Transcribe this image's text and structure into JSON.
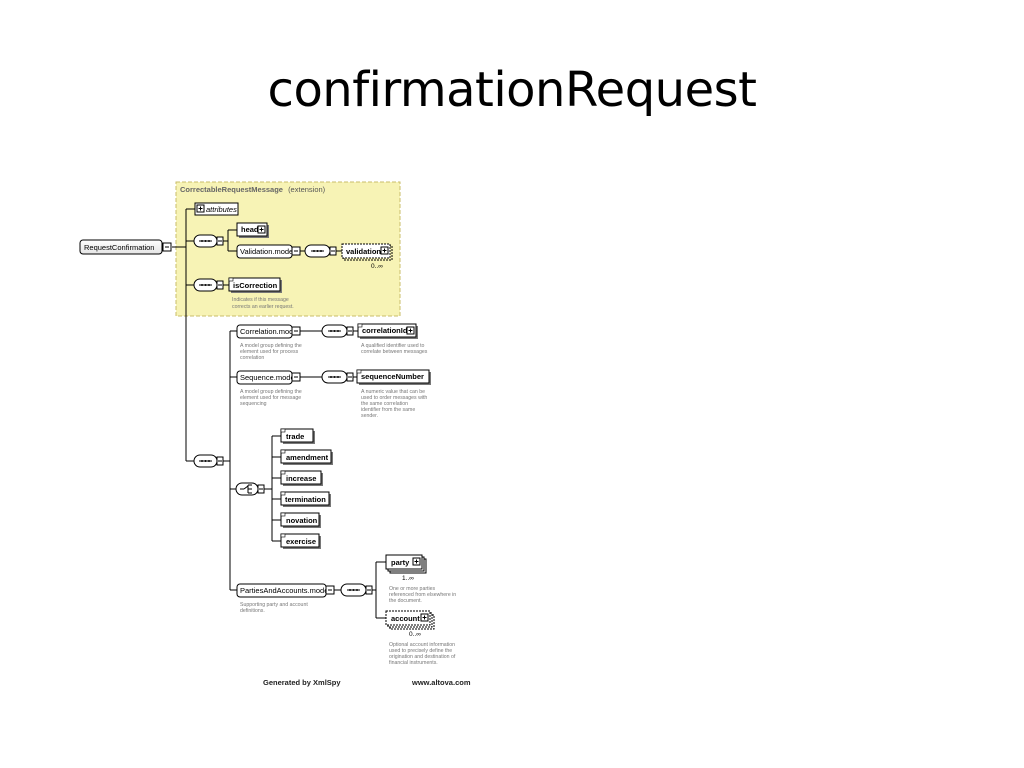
{
  "slide": {
    "title": "confirmationRequest"
  },
  "diagram": {
    "extension": {
      "name": "CorrectableRequestMessage",
      "suffix": "(extension)"
    },
    "root": "RequestConfirmation",
    "attributes": "attributes",
    "header": "header",
    "validation_model": "Validation.model",
    "validation": "validation",
    "validation_occ": "0..∞",
    "is_correction": "isCorrection",
    "is_correction_doc": [
      "Indicates if this message",
      "corrects an earlier request."
    ],
    "correlation_model": "Correlation.model",
    "correlation_model_doc": [
      "A model group defining the",
      "element used for process",
      "correlation"
    ],
    "correlation_id": "correlationId",
    "correlation_id_doc": [
      "A qualified identifier used to",
      "correlate between messages"
    ],
    "sequence_model": "Sequence.model",
    "sequence_model_doc": [
      "A model group defining the",
      "element used for message",
      "sequencing"
    ],
    "sequence_number": "sequenceNumber",
    "sequence_number_doc": [
      "A numeric value that can be",
      "used to order messages with",
      "the same correlation",
      "identifier from the same",
      "sender."
    ],
    "choice_items": [
      "trade",
      "amendment",
      "increase",
      "termination",
      "novation",
      "exercise"
    ],
    "parties_model": "PartiesAndAccounts.model",
    "parties_model_doc": [
      "Supporting party and account",
      "definitions."
    ],
    "party": "party",
    "party_occ": "1..∞",
    "party_doc": [
      "One or more parties",
      "referenced from elsewhere in",
      "the document."
    ],
    "account": "account",
    "account_occ": "0..∞",
    "account_doc": [
      "Optional account information",
      "used to precisely define the",
      "origination and destination of",
      "financial instruments."
    ],
    "footer_left": "Generated by XmlSpy",
    "footer_right": "www.altova.com"
  }
}
